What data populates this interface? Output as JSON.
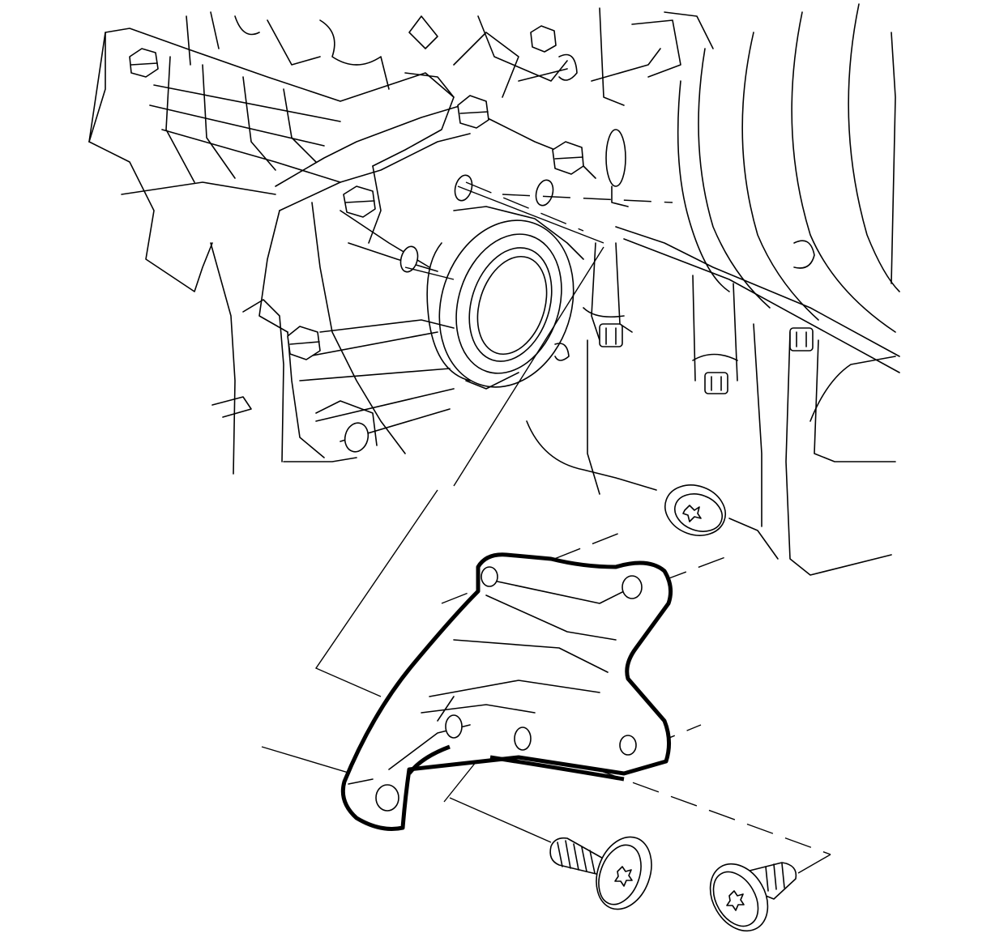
{
  "diagram": {
    "style": "black line-art technical illustration",
    "background_color": "#ffffff",
    "line_color": "#000000",
    "parts": [
      {
        "id": "transmission-case",
        "icon": "transmission-case-drawing"
      },
      {
        "id": "output-shaft-seal-opening",
        "icon": "seal-bore-drawing"
      },
      {
        "id": "support-bracket",
        "icon": "bracket-drawing",
        "highlighted": true
      },
      {
        "id": "torx-bolt-1",
        "icon": "torx-bolt-icon"
      },
      {
        "id": "torx-bolt-2",
        "icon": "torx-bolt-icon"
      }
    ]
  }
}
